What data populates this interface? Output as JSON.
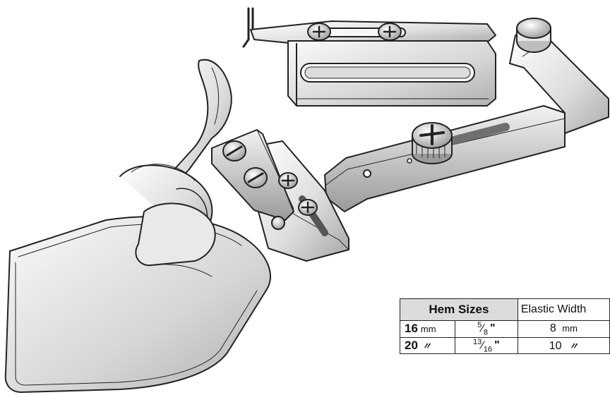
{
  "diagram": {
    "colors": {
      "metal_light": "#f4f4f4",
      "metal_mid": "#cfcfcf",
      "metal_dark": "#8e8e8e",
      "outline": "#222222",
      "table_header": "#dcdcdc"
    }
  },
  "table": {
    "hem_sizes_header": "Hem Sizes",
    "elastic_width_header": "Elastic Width",
    "rows": [
      {
        "mm_value": "16",
        "mm_unit": "mm",
        "inch_num": "5",
        "inch_slash": "⁄",
        "inch_den": "8",
        "inch_mark": "\"",
        "elastic_value": "8",
        "elastic_unit": "mm"
      },
      {
        "mm_value": "20",
        "mm_unit": "〃",
        "inch_num": "13",
        "inch_slash": "⁄",
        "inch_den": "16",
        "inch_mark": "\"",
        "elastic_value": "10",
        "elastic_unit": "〃"
      }
    ]
  }
}
